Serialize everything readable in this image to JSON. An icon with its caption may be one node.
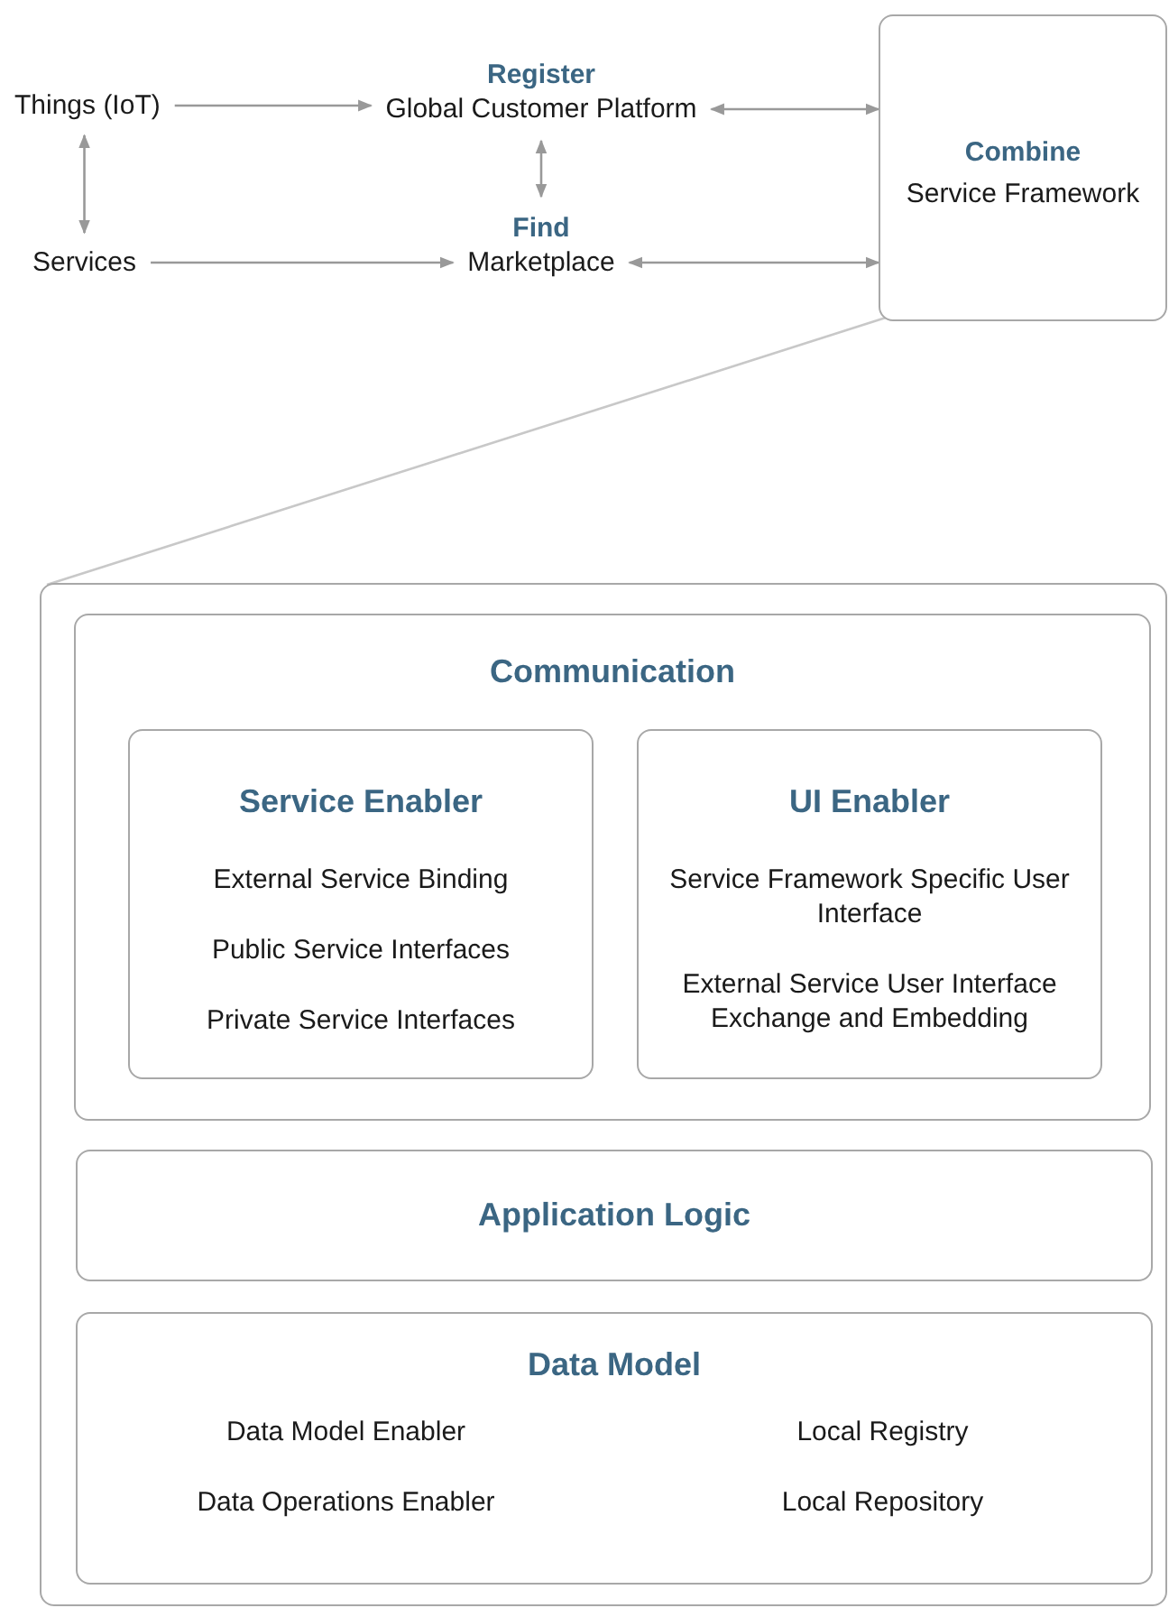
{
  "diagram": {
    "nodes": [
      {
        "text": [
          "Things (IoT)"
        ]
      },
      {
        "text": [
          "Register",
          "Global Customer Platform"
        ]
      },
      {
        "text": [
          "Services"
        ]
      },
      {
        "text": [
          "Find",
          "Marketplace"
        ]
      },
      {
        "text": [
          "Combine",
          "Service Framework"
        ]
      },
      {
        "text": [],
        "shape": "box"
      },
      {
        "text": [
          "Communication"
        ],
        "in": 5
      },
      {
        "text": [
          "Service Enabler",
          "External Service Binding",
          "Public Service Interfaces",
          "Private Service Interfaces"
        ],
        "in": 6
      },
      {
        "text": [
          "UI Enabler",
          "Service Framework Specific User Interface",
          "External Service User Interface Exchange and Embedding"
        ],
        "in": 6
      },
      {
        "text": [
          "Application Logic"
        ],
        "in": 5
      },
      {
        "text": [
          "Data Model",
          "Data Model Enabler",
          "Local Registry",
          "Data Operations Enabler",
          "Local Repository"
        ],
        "in": 5
      }
    ],
    "edges": [
      {
        "from": 0,
        "to": 1,
        "arrow": "to"
      },
      {
        "from": 1,
        "to": 4,
        "arrow": "both"
      },
      {
        "from": 0,
        "to": 2,
        "arrow": "both"
      },
      {
        "from": 1,
        "to": 3,
        "arrow": "both"
      },
      {
        "from": 2,
        "to": 3,
        "arrow": "to"
      },
      {
        "from": 3,
        "to": 4,
        "arrow": "both"
      },
      {
        "from": 4,
        "to": 5,
        "arrow": "none"
      }
    ]
  }
}
